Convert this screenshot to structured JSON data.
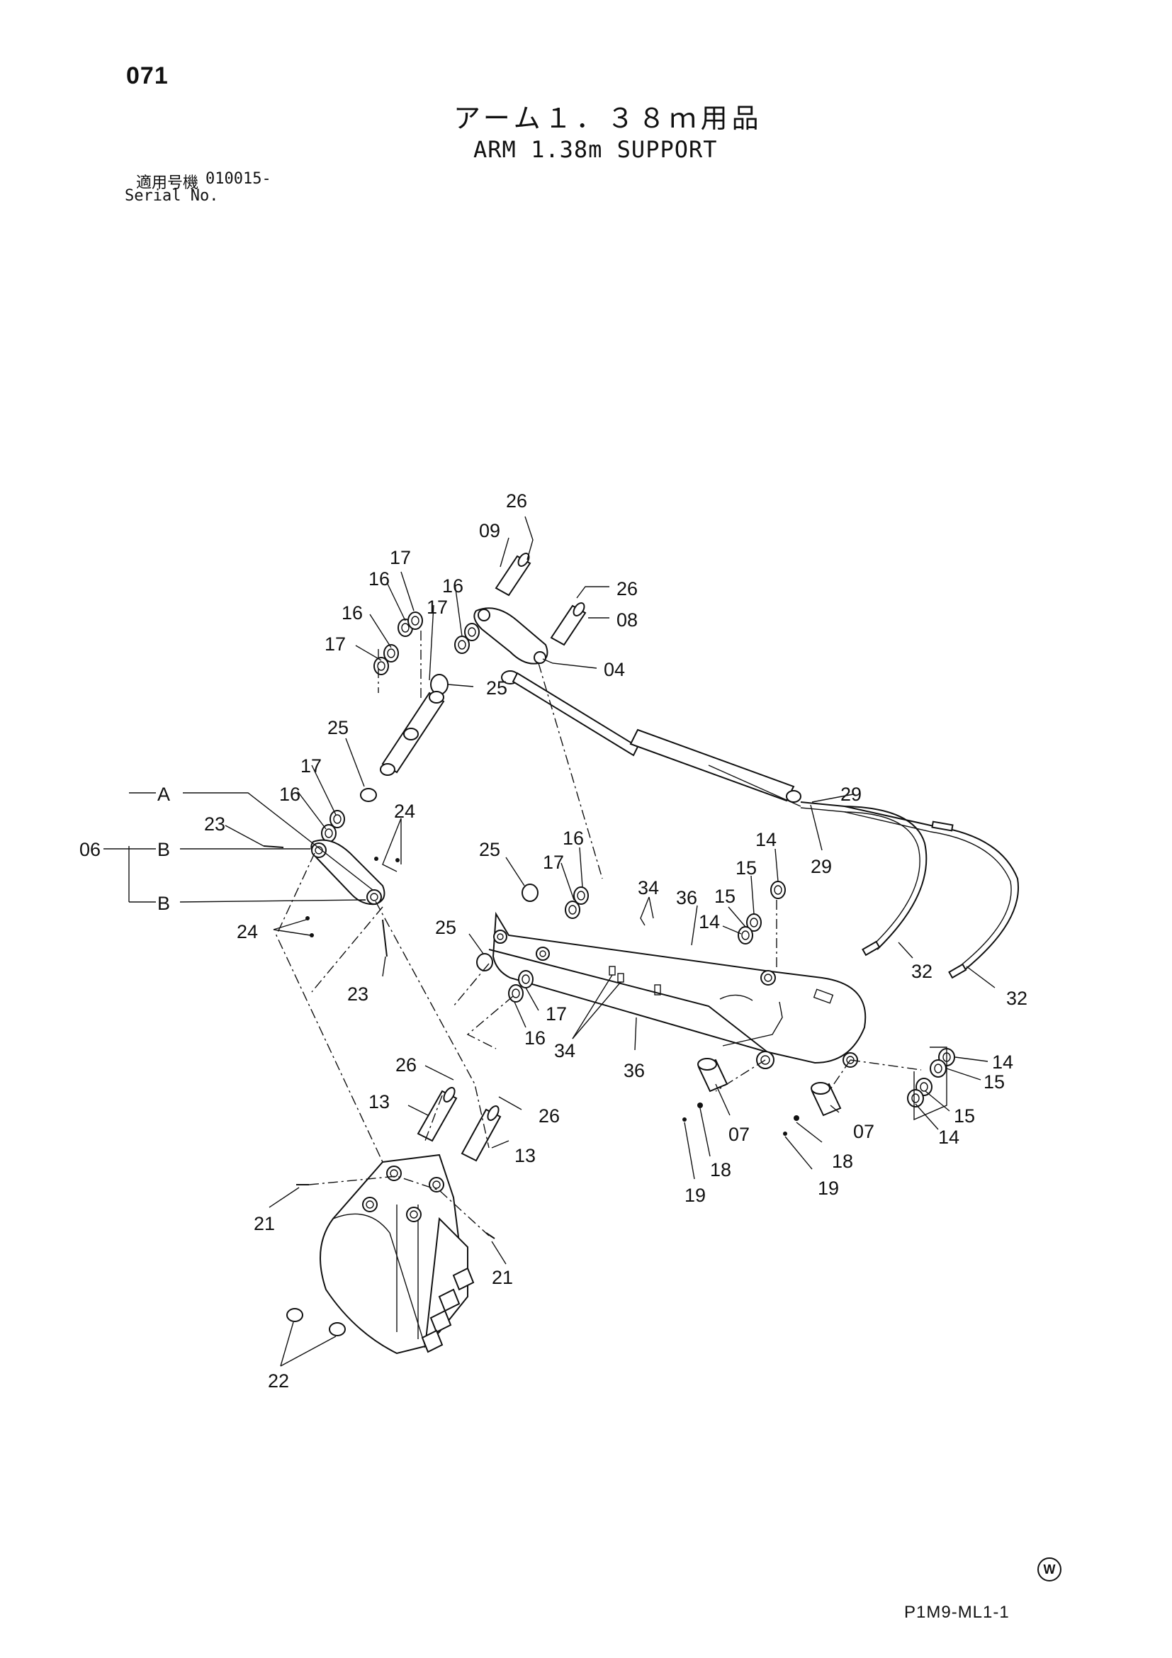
{
  "header": {
    "page_number": "071",
    "title_jp": "アーム１．３８ｍ用品",
    "title_en": "ARM 1.38m SUPPORT",
    "serial_label_jp": "適用号機",
    "serial_value": "010015-",
    "serial_label_en": "Serial No."
  },
  "footer": {
    "copyright_mark": "W",
    "drawing_code": "P1M9-ML1-1"
  },
  "callouts": {
    "c26a": "26",
    "c09": "09",
    "c17a": "17",
    "c16a": "16",
    "c16b": "16",
    "c17b": "17",
    "c16c": "16",
    "c17c": "17",
    "c26b": "26",
    "c08": "08",
    "c04": "04",
    "c25a": "25",
    "c25b": "25",
    "c17d": "17",
    "c16d": "16",
    "c24a": "24",
    "c23a": "23",
    "cA": "A",
    "c06": "06",
    "cB1": "B",
    "cB2": "B",
    "c24b": "24",
    "c23b": "23",
    "c29a": "29",
    "c29b": "29",
    "c14a": "14",
    "c15a": "15",
    "c15b": "15",
    "c14b": "14",
    "c25c": "25",
    "c16e": "16",
    "c17e": "17",
    "c34a": "34",
    "c36a": "36",
    "c25d": "25",
    "c17f": "17",
    "c16f": "16",
    "c34b": "34",
    "c36b": "36",
    "c32a": "32",
    "c32b": "32",
    "c14c": "14",
    "c15c": "15",
    "c15d": "15",
    "c14d": "14",
    "c26c": "26",
    "c13a": "13",
    "c26d": "26",
    "c13b": "13",
    "c07a": "07",
    "c18a": "18",
    "c19a": "19",
    "c07b": "07",
    "c18b": "18",
    "c19b": "19",
    "c21a": "21",
    "c21b": "21",
    "c22": "22"
  }
}
